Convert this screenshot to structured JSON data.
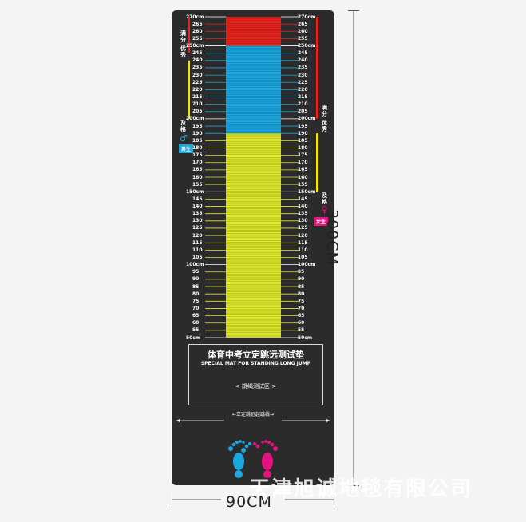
{
  "scale": {
    "min": 50,
    "max": 270,
    "unit": "cm",
    "label_values": [
      270,
      265,
      260,
      255,
      250,
      245,
      240,
      235,
      230,
      225,
      220,
      215,
      210,
      205,
      200,
      195,
      190,
      185,
      180,
      175,
      170,
      165,
      160,
      155,
      150,
      145,
      140,
      135,
      130,
      125,
      120,
      115,
      110,
      105,
      100,
      95,
      90,
      85,
      80,
      75,
      70,
      65,
      60,
      55,
      50
    ],
    "labels_with_unit": [
      270,
      250,
      200,
      150,
      100,
      50
    ],
    "zones": [
      {
        "name": "red",
        "from": 250,
        "to": 270,
        "color": "#e7231e"
      },
      {
        "name": "blue",
        "from": 190,
        "to": 250,
        "color": "#1ba7e0"
      },
      {
        "name": "yellow",
        "from": 50,
        "to": 190,
        "color": "#dfe82a"
      }
    ]
  },
  "male": {
    "full_score_label": "满分",
    "excellent_label": "优秀",
    "pass_label": "及格",
    "gender_symbol": "♂",
    "badge": "男生",
    "badge_color": "#1ba7e0"
  },
  "female": {
    "full_score_label": "满分",
    "excellent_label": "优秀",
    "pass_label": "及格",
    "gender_symbol": "♀",
    "badge": "女生",
    "badge_color": "#e4137f"
  },
  "info": {
    "title_cn": "体育中考立定跳远测试垫",
    "title_en": "SPECIAL MAT FOR STANDING LONG JUMP",
    "rope_zone": "<-跳绳测试区->"
  },
  "start_line_label": "立定跳远起跳线",
  "dimensions": {
    "height": "300CM",
    "width": "90CM"
  },
  "watermark": "天津旭诚地毯有限公司",
  "colors": {
    "mat": "#2b2b2b",
    "foot_left": "#1ba7e0",
    "foot_right": "#e4137f",
    "indicator_red": "#e7231e",
    "indicator_yellow": "#f4e500"
  }
}
